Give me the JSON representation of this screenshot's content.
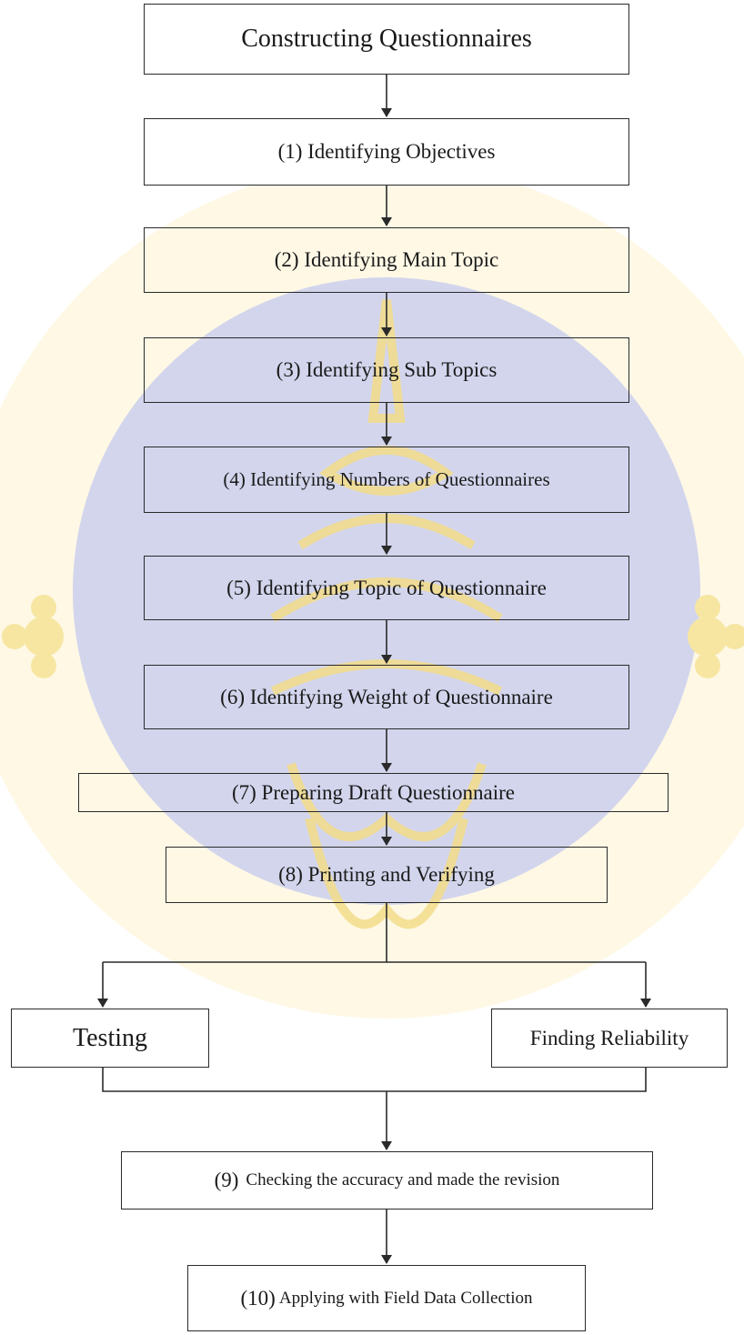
{
  "flowchart": {
    "title": "Constructing Questionnaires",
    "steps": [
      "(1) Identifying Objectives",
      "(2) Identifying Main Topic",
      "(3) Identifying Sub Topics",
      "(4) Identifying Numbers of Questionnaires",
      "(5) Identifying Topic of Questionnaire",
      "(6) Identifying Weight of Questionnaire",
      "(7) Preparing Draft Questionnaire",
      "(8) Printing and Verifying"
    ],
    "branches": {
      "left": "Testing",
      "right": "Finding Reliability"
    },
    "step9": {
      "number": "(9)",
      "text": "Checking the accuracy and made the revision"
    },
    "step10": {
      "number": "(10)",
      "text": "Applying with Field Data Collection"
    }
  },
  "colors": {
    "watermark_blue": "#cfd3ea",
    "watermark_gold": "#f7e6a2",
    "line": "#2a2a2a"
  }
}
